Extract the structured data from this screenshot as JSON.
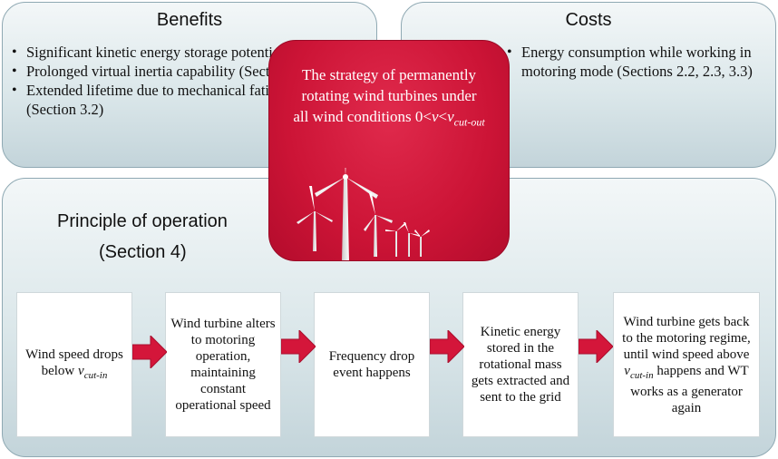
{
  "benefits": {
    "title": "Benefits",
    "items": [
      "Significant kinetic energy storage potential (Section 2.1)",
      "Prolonged virtual inertia capability (Section 3.2)",
      "Extended lifetime due to mechanical fatigue reduction (Section 3.2)"
    ]
  },
  "costs": {
    "title": "Costs",
    "items": [
      "Energy consumption while working in motoring mode (Sections 2.2, 2.3, 3.3)"
    ]
  },
  "center": {
    "line1": "The strategy of permanently",
    "line2": "rotating wind turbines under",
    "line3_prefix": "all wind conditions 0<",
    "v": "v",
    "lt": "<",
    "vcut": "v",
    "cutout_sub": "cut-out",
    "colors": {
      "background": "#cc1436",
      "text": "#ffffff"
    }
  },
  "principle": {
    "title": "Principle of operation",
    "section": "(Section 4)"
  },
  "steps": {
    "s1_text": "Wind speed drops below ",
    "s1_v": "v",
    "s1_sub": "cut-in",
    "s2": "Wind turbine alters to motoring operation, maintaining constant operational speed",
    "s3": "Frequency drop event happens",
    "s4": "Kinetic energy stored in the rotational mass gets extracted and sent to the grid",
    "s5_a": "Wind turbine gets back to the motoring regime, until wind speed above ",
    "s5_v": "v",
    "s5_sub": "cut-in",
    "s5_b": " happens and WT works as a generator again"
  },
  "colors": {
    "arrow": "#d4163a",
    "panel_border": "#8fa9b3",
    "panel_fill": "#dbe7ea"
  },
  "icons": [
    "wind-turbine-icon",
    "right-arrow-icon"
  ]
}
